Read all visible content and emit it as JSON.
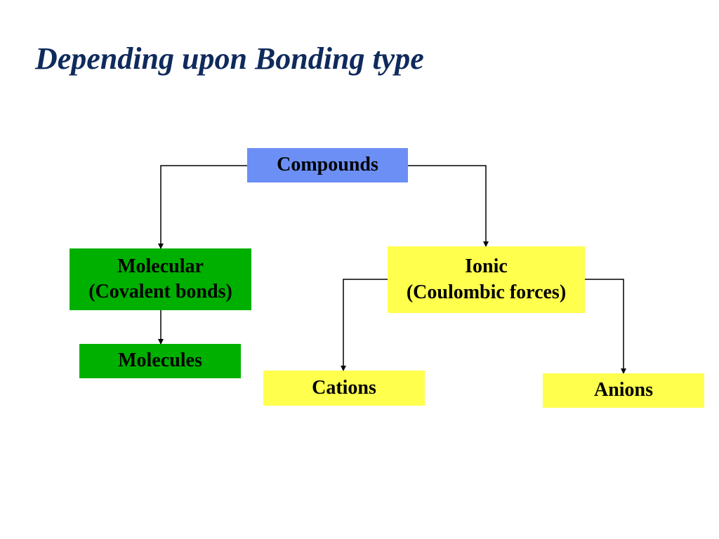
{
  "title": "Depending upon Bonding type",
  "colors": {
    "title": "#0f2a5c",
    "root_fill": "#6b8ff5",
    "molecular_fill": "#00b000",
    "ionic_fill": "#ffff4d",
    "connector": "#000000"
  },
  "nodes": {
    "compounds": {
      "label": "Compounds"
    },
    "molecular": {
      "line1": "Molecular",
      "line2": "(Covalent bonds)"
    },
    "molecules": {
      "label": "Molecules"
    },
    "ionic": {
      "line1": "Ionic",
      "line2": "(Coulombic forces)"
    },
    "cations": {
      "label": "Cations"
    },
    "anions": {
      "label": "Anions"
    }
  },
  "edges": [
    {
      "from": "compounds",
      "to": "molecular"
    },
    {
      "from": "compounds",
      "to": "ionic"
    },
    {
      "from": "molecular",
      "to": "molecules"
    },
    {
      "from": "ionic",
      "to": "cations"
    },
    {
      "from": "ionic",
      "to": "anions"
    }
  ]
}
